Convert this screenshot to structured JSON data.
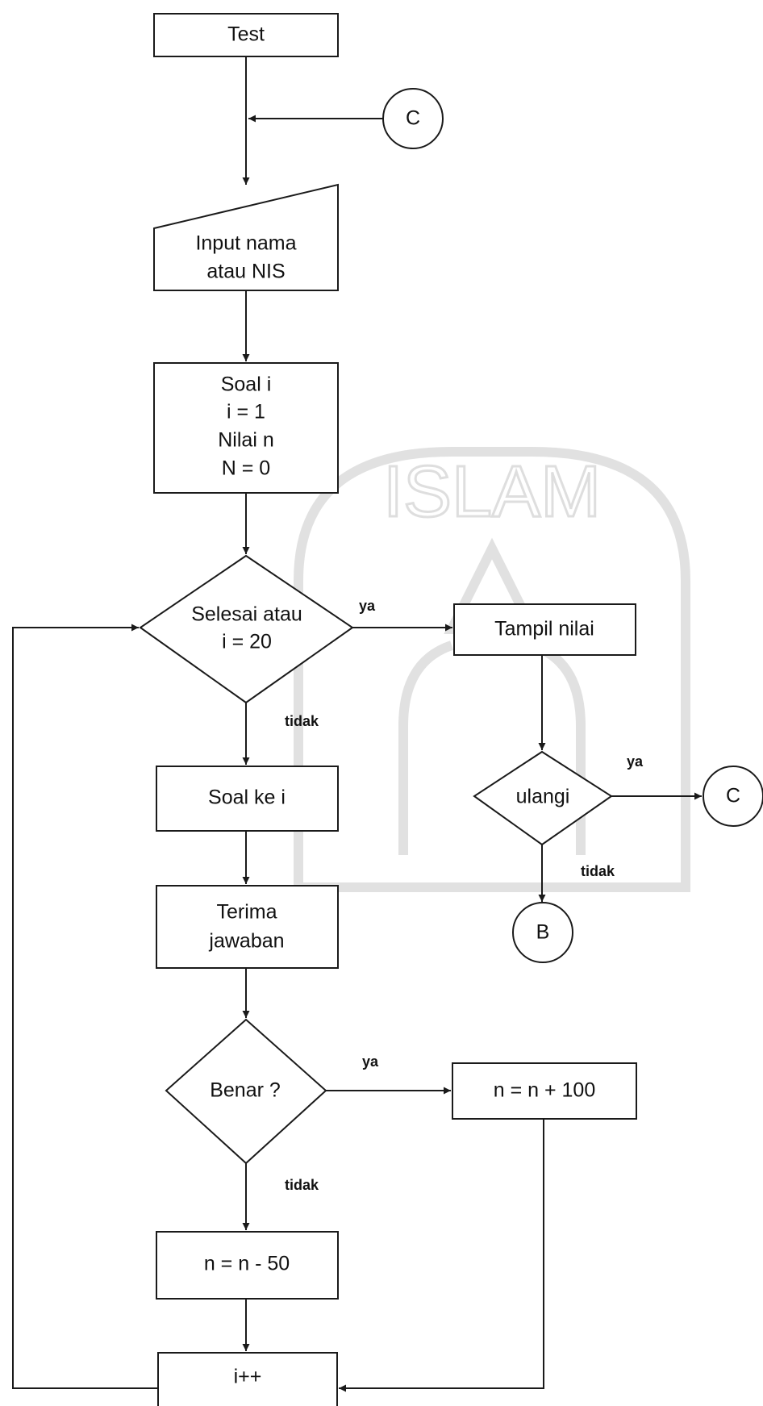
{
  "diagram": {
    "watermark": "ISLAM",
    "nodes": {
      "start": "Test",
      "connector_c_top": "C",
      "input_lines": [
        "Input nama",
        "atau NIS"
      ],
      "init_lines": [
        "Soal i",
        "i = 1",
        "Nilai n",
        "N = 0"
      ],
      "decision_finish_lines": [
        "Selesai atau",
        "i = 20"
      ],
      "show_score": "Tampil nilai",
      "decision_repeat": "ulangi",
      "connector_c_right": "C",
      "connector_b": "B",
      "question": "Soal ke i",
      "answer_lines": [
        "Terima",
        "jawaban"
      ],
      "decision_correct": "Benar ?",
      "add_score": "n = n + 100",
      "subtract_score": "n = n - 50",
      "increment": "i++"
    },
    "edges": {
      "finish_yes": "ya",
      "finish_no": "tidak",
      "repeat_yes": "ya",
      "repeat_no": "tidak",
      "correct_yes": "ya",
      "correct_no": "tidak"
    }
  }
}
